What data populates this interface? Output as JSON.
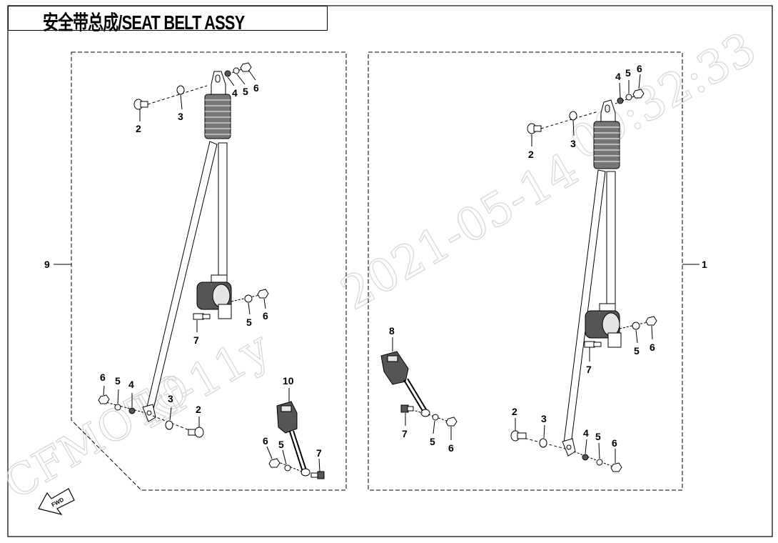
{
  "title": "安全带总成/SEAT BELT ASSY",
  "watermark": {
    "date": "2021-05-14",
    "time": "09:32:33",
    "user": "kf-11y",
    "brand": "CFMOTO"
  },
  "fwd_label": "FWD",
  "callouts": {
    "left_assembly": "9",
    "right_assembly": "1",
    "bolt": "2",
    "washer_spring": "3",
    "washer_a": "4",
    "washer_b": "5",
    "nut": "6",
    "bolt_small": "7",
    "buckle_right": "8",
    "buckle_left": "10"
  },
  "colors": {
    "line": "#000000",
    "dashed": "#000000",
    "watermark": "#cfcfcf",
    "part_fill": "#e6e6e6",
    "part_dark": "#555555"
  }
}
